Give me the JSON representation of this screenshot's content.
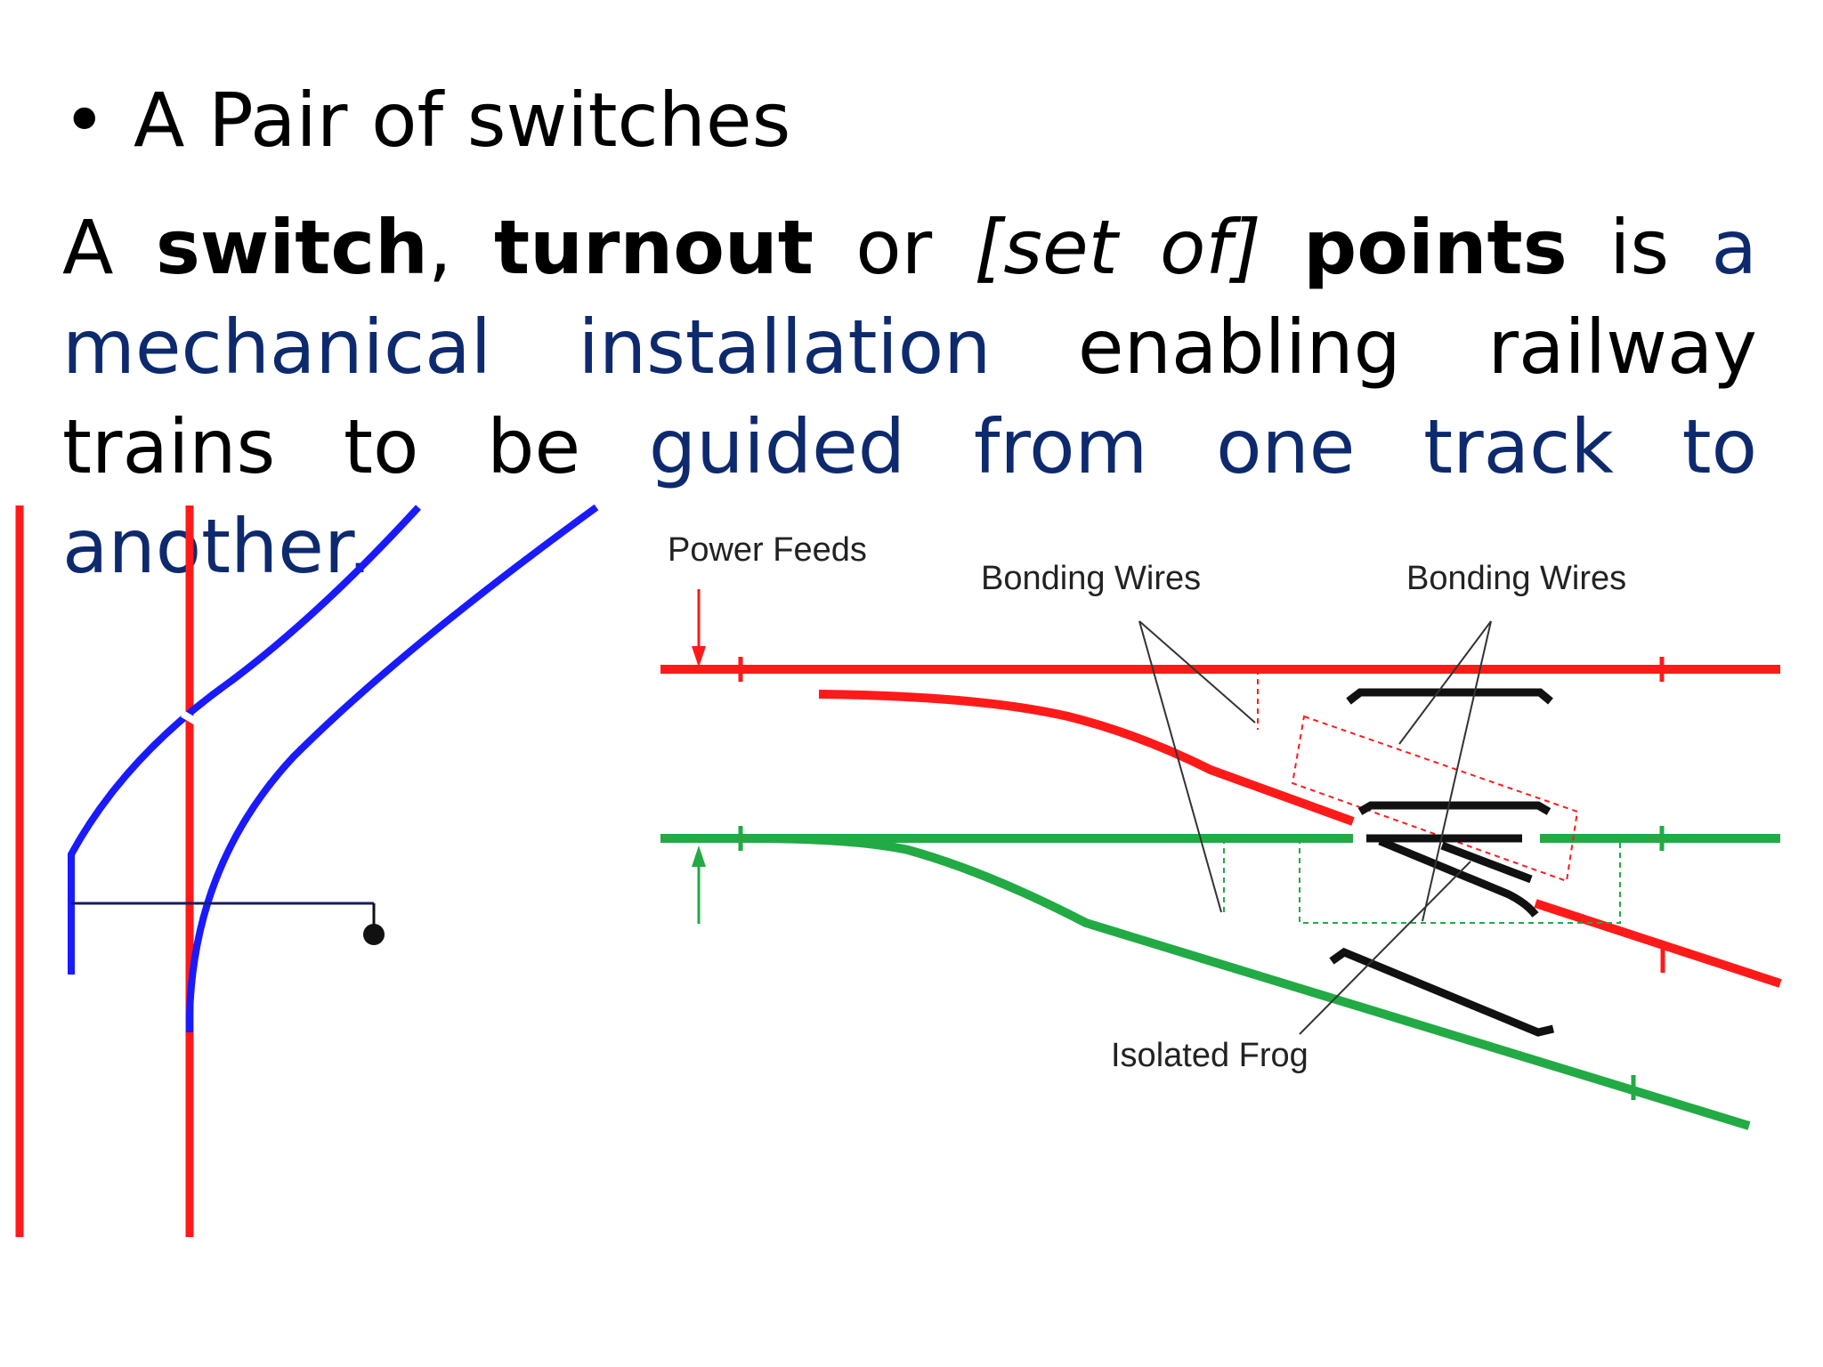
{
  "slide": {
    "bullet_symbol": "•",
    "bullet_text": "A Pair of switches",
    "paragraph": {
      "p1": "A ",
      "p2": "switch",
      "p3": ", ",
      "p4": "turnout",
      "p5": " or ",
      "p6": "[set of]",
      "p7": " ",
      "p8": "points",
      "p9": " is ",
      "p10": "a mechanical installation",
      "p11": " enabling railway trains to be ",
      "p12": "guided from one track to another."
    }
  },
  "diagram": {
    "labels": {
      "power_feeds": "Power Feeds",
      "bonding_wires_left": "Bonding Wires",
      "bonding_wires_right": "Bonding Wires",
      "isolated_frog": "Isolated Frog"
    }
  },
  "colors": {
    "rail_red": "#ff1a1a",
    "rail_blue": "#1a1aff",
    "rail_green": "#22aa44",
    "text_blue": "#0e2a6e"
  }
}
